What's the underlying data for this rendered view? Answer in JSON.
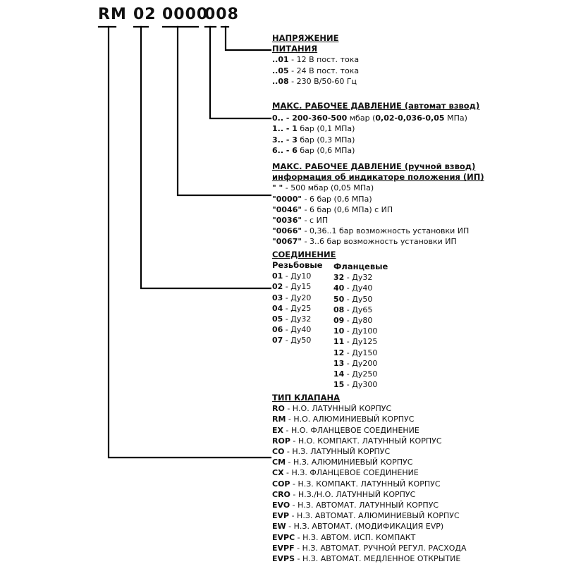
{
  "code_parts": [
    "RM",
    "02",
    "0000",
    "008"
  ],
  "voltage": {
    "title_line1": "НАПРЯЖЕНИЕ",
    "title_line2": "ПИТАНИЯ",
    "items": [
      {
        "code": "..01",
        "desc": " - 12 В пост. тока"
      },
      {
        "code": "..05",
        "desc": " - 24 В пост. тока"
      },
      {
        "code": "..08",
        "desc": " - 230 В/50-60 Гц"
      }
    ]
  },
  "auto_pressure": {
    "title": "МАКС. РАБОЧЕЕ ДАВЛЕНИЕ (автомат взвод)",
    "items": [
      {
        "code": "0.. - 200-360-500",
        "desc": "  мбар (",
        "extra_bold": "0,02-0,036-0,05",
        "extra": " МПа)"
      },
      {
        "code": "1.. - 1",
        "desc": "  бар (0,1 МПа)"
      },
      {
        "code": "3.. - 3",
        "desc": "  бар (0,3 МПа)"
      },
      {
        "code": "6.. - 6",
        "desc": "  бар (0,6 МПа)"
      }
    ]
  },
  "manual_pressure": {
    "title": "МАКС. РАБОЧЕЕ ДАВЛЕНИЕ (ручной взвод)",
    "subtitle": "информация об индикаторе положения (ИП)",
    "items": [
      {
        "code": "\"        \"",
        "desc": " - 500 мбар (0,05 МПа)"
      },
      {
        "code": "\"0000\"",
        "desc": " - 6 бар (0,6 МПа)"
      },
      {
        "code": "\"0046\"",
        "desc": " - 6 бар (0,6 МПа) с ИП"
      },
      {
        "code": "\"0036\"",
        "desc": " - с ИП"
      },
      {
        "code": "\"0066\"",
        "desc": " - 0,36..1 бар возможность установки ИП"
      },
      {
        "code": "\"0067\"",
        "desc": " - 3..6 бар возможность установки ИП"
      }
    ]
  },
  "connection": {
    "title": "СОЕДИНЕНИЕ",
    "threaded_title": "Резьбовые",
    "flanged_title": "Фланцевые",
    "threaded": [
      {
        "code": "01",
        "desc": " - Ду10"
      },
      {
        "code": "02",
        "desc": " - Ду15"
      },
      {
        "code": "03",
        "desc": " - Ду20"
      },
      {
        "code": "04",
        "desc": " - Ду25"
      },
      {
        "code": "05",
        "desc": " - Ду32"
      },
      {
        "code": "06",
        "desc": " - Ду40"
      },
      {
        "code": "07",
        "desc": " - Ду50"
      }
    ],
    "flanged": [
      {
        "code": "32",
        "desc": " - Ду32"
      },
      {
        "code": "40",
        "desc": " - Ду40"
      },
      {
        "code": "50",
        "desc": " - Ду50"
      },
      {
        "code": "08",
        "desc": " - Ду65"
      },
      {
        "code": "09",
        "desc": " - Ду80"
      },
      {
        "code": "10",
        "desc": " - Ду100"
      },
      {
        "code": "11",
        "desc": " - Ду125"
      },
      {
        "code": "12",
        "desc": " - Ду150"
      },
      {
        "code": "13",
        "desc": " - Ду200"
      },
      {
        "code": "14",
        "desc": " - Ду250"
      },
      {
        "code": "15",
        "desc": " - Ду300"
      }
    ]
  },
  "valve_type": {
    "title": "ТИП КЛАПАНА",
    "items": [
      {
        "code": "RO",
        "desc": " - Н.О. ЛАТУННЫЙ КОРПУС"
      },
      {
        "code": "RM",
        "desc": " - Н.О. АЛЮМИНИЕВЫЙ КОРПУС"
      },
      {
        "code": "EX",
        "desc": " - Н.О. ФЛАНЦЕВОЕ СОЕДИНЕНИЕ"
      },
      {
        "code": "ROP",
        "desc": " - Н.О. КОМПАКТ. ЛАТУННЫЙ КОРПУС"
      },
      {
        "code": "CO",
        "desc": " - Н.З. ЛАТУННЫЙ КОРПУС"
      },
      {
        "code": "CM",
        "desc": " - Н.З. АЛЮМИНИЕВЫЙ КОРПУС"
      },
      {
        "code": "CX",
        "desc": " - Н.З. ФЛАНЦЕВОЕ СОЕДИНЕНИЕ"
      },
      {
        "code": "COP",
        "desc": " - Н.З. КОМПАКТ. ЛАТУННЫЙ КОРПУС"
      },
      {
        "code": "CRO",
        "desc": " - Н.З./Н.О. ЛАТУННЫЙ КОРПУС"
      },
      {
        "code": "EVO",
        "desc": " - Н.З. АВТОМАТ. ЛАТУННЫЙ КОРПУС"
      },
      {
        "code": "EVP",
        "desc": " - Н.З. АВТОМАТ. АЛЮМИНИЕВЫЙ КОРПУС"
      },
      {
        "code": "EW",
        "desc": " - Н.З. АВТОМАТ. (МОДИФИКАЦИЯ EVP)"
      },
      {
        "code": "EVPC",
        "desc": " - Н.З. АВТОМ. ИСП. КОМПАКТ"
      },
      {
        "code": "EVPF",
        "desc": " - Н.З. АВТОМАТ. РУЧНОЙ РЕГУЛ. РАСХОДА"
      },
      {
        "code": "EVPS",
        "desc": " - Н.З. АВТОМАТ. МЕДЛЕННОЕ ОТКРЫТИЕ"
      }
    ]
  },
  "colors": {
    "text": "#111111",
    "line": "#000000",
    "background": "#ffffff"
  }
}
